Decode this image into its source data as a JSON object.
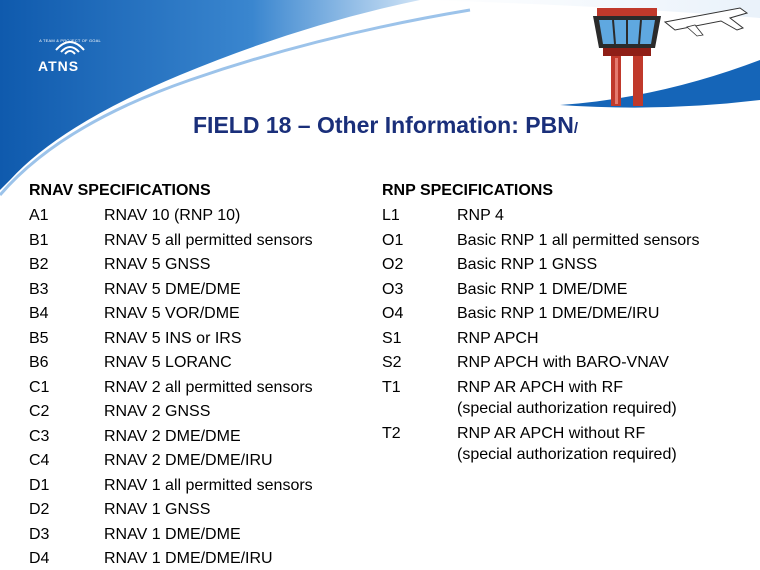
{
  "logo": {
    "tagline": "A TEAM & PROJECT OF GOAL",
    "brand": "ATNS"
  },
  "title": {
    "main": "FIELD 18 – Other Information: PBN",
    "suffix": "/"
  },
  "rnav": {
    "heading": "RNAV SPECIFICATIONS",
    "items": [
      {
        "code": "A1",
        "desc": "RNAV 10 (RNP 10)"
      },
      {
        "code": "B1",
        "desc": "RNAV 5 all permitted sensors"
      },
      {
        "code": "B2",
        "desc": "RNAV 5 GNSS"
      },
      {
        "code": "B3",
        "desc": "RNAV 5 DME/DME"
      },
      {
        "code": "B4",
        "desc": "RNAV 5 VOR/DME"
      },
      {
        "code": "B5",
        "desc": "RNAV 5 INS or IRS"
      },
      {
        "code": "B6",
        "desc": "RNAV 5 LORANC"
      },
      {
        "code": "C1",
        "desc": "RNAV 2 all permitted sensors"
      },
      {
        "code": "C2",
        "desc": "RNAV 2 GNSS"
      },
      {
        "code": "C3",
        "desc": "RNAV 2 DME/DME"
      },
      {
        "code": "C4",
        "desc": "RNAV 2 DME/DME/IRU"
      },
      {
        "code": "D1",
        "desc": "RNAV 1 all permitted sensors"
      },
      {
        "code": "D2",
        "desc": "RNAV 1 GNSS"
      },
      {
        "code": "D3",
        "desc": "RNAV 1 DME/DME"
      },
      {
        "code": "D4",
        "desc": "RNAV 1 DME/DME/IRU"
      }
    ]
  },
  "rnp": {
    "heading": "RNP SPECIFICATIONS",
    "items": [
      {
        "code": "L1",
        "desc": "RNP 4"
      },
      {
        "code": "O1",
        "desc": "Basic RNP 1 all permitted sensors"
      },
      {
        "code": "O2",
        "desc": "Basic RNP 1 GNSS"
      },
      {
        "code": "O3",
        "desc": "Basic RNP 1 DME/DME"
      },
      {
        "code": "O4",
        "desc": "Basic RNP 1 DME/DME/IRU"
      },
      {
        "code": "S1",
        "desc": "RNP APCH"
      },
      {
        "code": "S2",
        "desc": "RNP APCH with BARO-VNAV"
      },
      {
        "code": "T1",
        "desc": "RNP AR APCH with RF",
        "note": "(special authorization required)"
      },
      {
        "code": "T2",
        "desc": "RNP AR APCH without RF",
        "note": "(special authorization required)"
      }
    ]
  },
  "colors": {
    "title": "#1a2f7a",
    "swoosh_dark": "#1565b8",
    "swoosh_light": "#7fb0e0"
  }
}
